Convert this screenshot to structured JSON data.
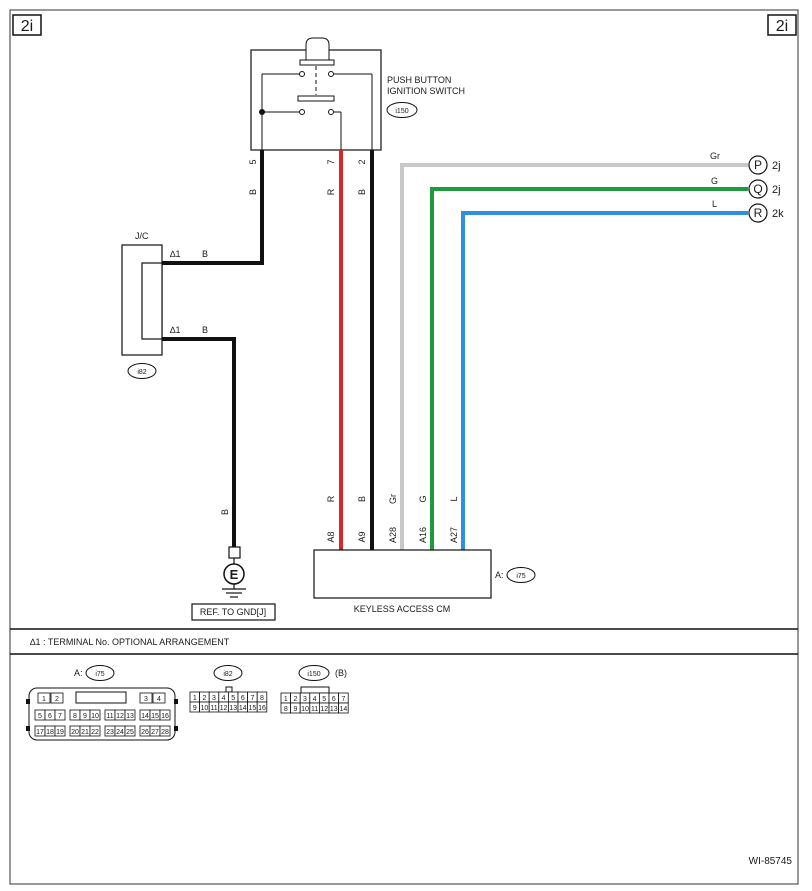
{
  "corner_tags": {
    "left": "2i",
    "right": "2i"
  },
  "switch": {
    "title_line1": "PUSH BUTTON",
    "title_line2": "IGNITION SWITCH",
    "connector": "i150",
    "pins": [
      "5",
      "7",
      "2"
    ]
  },
  "jc": {
    "label": "J/C",
    "connector": "i82",
    "note_top": "∆1",
    "note_bottom": "∆1"
  },
  "wires": {
    "b_top": "B",
    "b_jc1": "B",
    "b_jc2": "B",
    "b_ground": "B",
    "r_top": "R",
    "b2_top": "B",
    "r_bottom": "R",
    "b_bottom": "B",
    "gr_bottom": "Gr",
    "g_bottom": "G",
    "l_bottom": "L",
    "gr_top": "Gr",
    "g_top": "G",
    "l_top": "L"
  },
  "offpage": [
    {
      "letter": "P",
      "ref": "2j"
    },
    {
      "letter": "Q",
      "ref": "2j"
    },
    {
      "letter": "R",
      "ref": "2k"
    }
  ],
  "cm": {
    "name": "KEYLESS ACCESS CM",
    "prefix": "A:",
    "connector": "i75",
    "pins": [
      "A8",
      "A9",
      "A28",
      "A16",
      "A27"
    ]
  },
  "ground": {
    "symbol": "E",
    "ref": "REF. TO GND[J]"
  },
  "footnote": "∆1  : TERMINAL No. OPTIONAL ARRANGEMENT",
  "connectors": {
    "i75": {
      "prefix": "A:",
      "name": "i75",
      "row1": [
        "1",
        "2",
        "3",
        "4"
      ],
      "row2": [
        "5",
        "6",
        "7",
        "8",
        "9",
        "10",
        "11",
        "12",
        "13",
        "14",
        "15",
        "16"
      ],
      "row3": [
        "17",
        "18",
        "19",
        "20",
        "21",
        "22",
        "23",
        "24",
        "25",
        "26",
        "27",
        "28"
      ]
    },
    "i82": {
      "name": "i82",
      "row1": [
        "1",
        "2",
        "3",
        "4",
        "5",
        "6",
        "7",
        "8"
      ],
      "row2": [
        "9",
        "10",
        "11",
        "12",
        "13",
        "14",
        "15",
        "16"
      ]
    },
    "i150": {
      "name": "i150",
      "suffix": "(B)",
      "row1": [
        "1",
        "2",
        "3",
        "4",
        "5",
        "6",
        "7"
      ],
      "row2": [
        "8",
        "9",
        "10",
        "11",
        "12",
        "13",
        "14"
      ]
    }
  },
  "diagram_id": "WI-85745",
  "colors": {
    "black_wire": "#111111",
    "red_wire": "#d62828",
    "gray_wire": "#c8c8c8",
    "green_wire": "#1f9a3c",
    "blue_wire": "#2f8fe0"
  }
}
